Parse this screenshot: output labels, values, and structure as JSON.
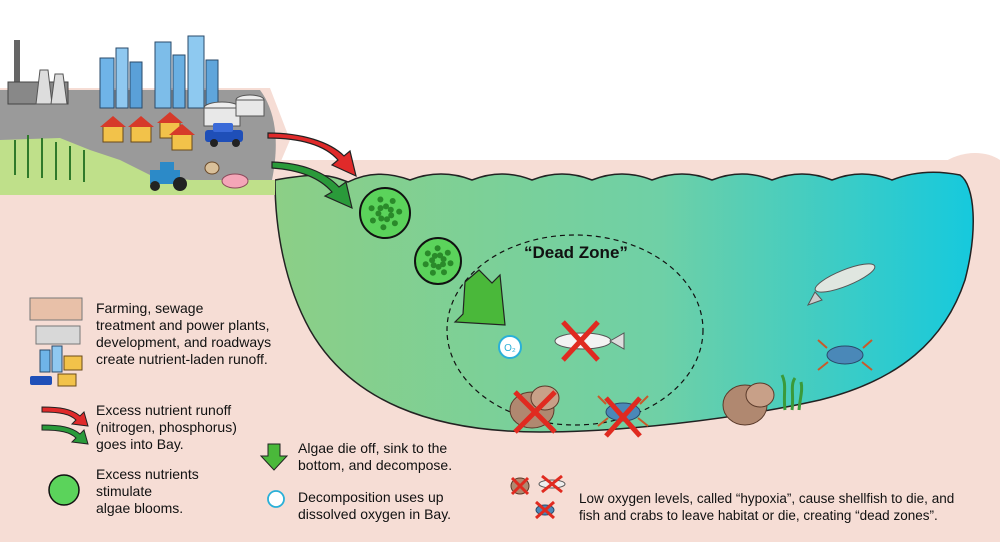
{
  "diagram": {
    "dead_zone_label": "“Dead Zone”",
    "oxygen_symbol": "O₂",
    "colors": {
      "background": "#f6ddd5",
      "water_left": "#8ccf86",
      "water_right": "#1ecad8",
      "runoff_red": "#e02a2a",
      "runoff_green": "#2a9a3a",
      "algae": "#5bd35b",
      "cross": "#e02a20"
    }
  },
  "legend": {
    "runoff_sources": "Farming, sewage treatment and power plants, development, and roadways create nutrient-laden runoff.",
    "runoff_lines": [
      "Farming, sewage",
      "treatment and power plants,",
      "development, and roadways",
      "create nutrient-laden runoff."
    ],
    "excess_runoff_lines": [
      "Excess nutrient runoff",
      "(nitrogen, phosphorus)",
      "goes into Bay."
    ],
    "algae_blooms_lines": [
      "Excess nutrients",
      "stimulate",
      "algae blooms."
    ],
    "algae_die_lines": [
      "Algae die off, sink to the",
      "bottom, and decompose."
    ],
    "decomposition_lines": [
      "Decomposition uses up",
      "dissolved oxygen in Bay."
    ],
    "hypoxia_lines": [
      "Low oxygen levels, called “hypoxia”, cause shellfish to die, and",
      "fish and crabs to leave habitat or die, creating “dead zones”."
    ]
  }
}
